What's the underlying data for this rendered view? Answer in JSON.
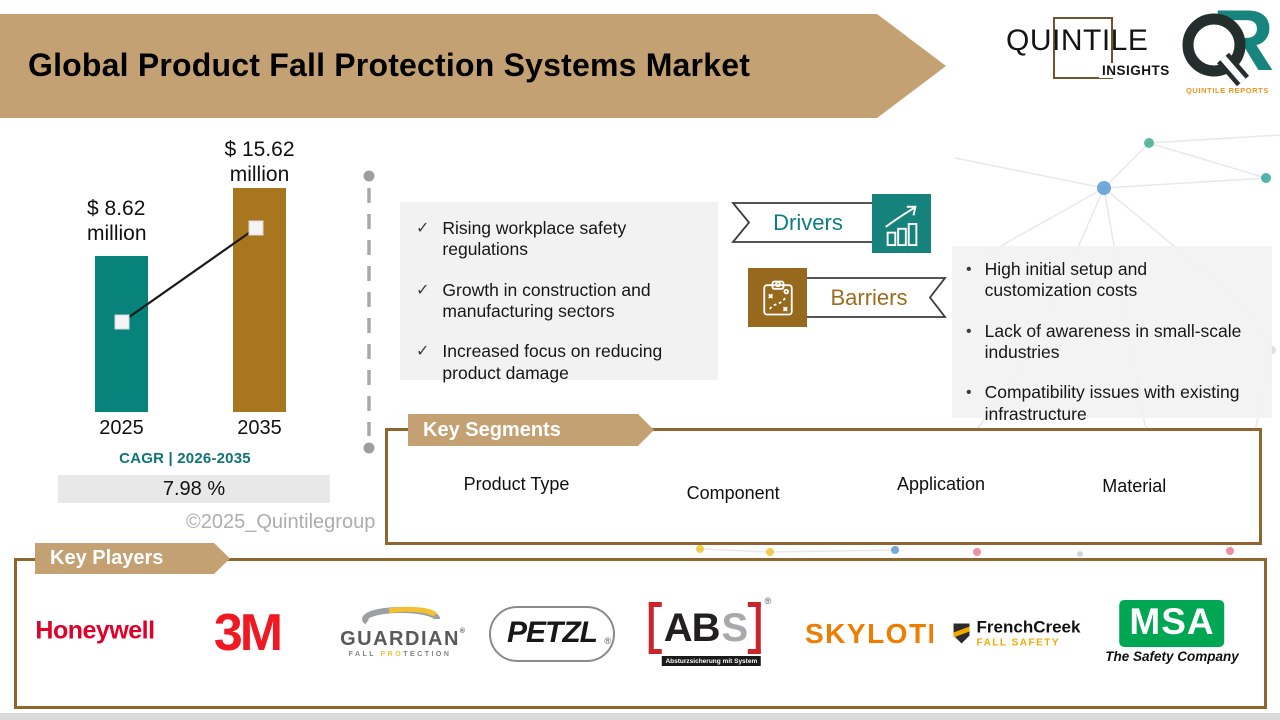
{
  "header": {
    "title": "Global Product Fall Protection Systems Market"
  },
  "branding": {
    "quintile_insights": {
      "part1": "QU",
      "boxed": "INT",
      "part2": "ILE",
      "sub": "INSIGHTS"
    },
    "qr": {
      "r": "R",
      "label": "QUINTILE REPORTS"
    }
  },
  "chart": {
    "bars": [
      {
        "year": "2025",
        "amount": "$ 8.62",
        "unit": "million"
      },
      {
        "year": "2035",
        "amount": "$ 15.62",
        "unit": "million"
      }
    ],
    "cagr_label": "CAGR | 2026-2035",
    "cagr_value": "7.98 %"
  },
  "chart_data": {
    "type": "bar",
    "categories": [
      "2025",
      "2035"
    ],
    "values": [
      8.62,
      15.62
    ],
    "value_labels": [
      "$ 8.62 million",
      "$ 15.62 million"
    ],
    "unit": "USD million",
    "bar_colors": [
      "#08837C",
      "#A8761F"
    ],
    "trend_line": true,
    "title": "Global Product Fall Protection Systems Market size",
    "xlabel": "",
    "ylabel": "",
    "cagr": {
      "label": "CAGR | 2026-2035",
      "value_pct": 7.98
    }
  },
  "drivers": {
    "label": "Drivers",
    "check_glyph": "✓",
    "items": [
      "Rising workplace safety regulations",
      "Growth in construction and manufacturing sectors",
      "Increased focus on reducing product damage"
    ]
  },
  "barriers": {
    "label": "Barriers",
    "bullet_glyph": "•",
    "items": [
      "High initial setup and customization costs",
      "Lack of awareness in small-scale industries",
      "Compatibility issues with existing infrastructure"
    ]
  },
  "segments": {
    "title": "Key Segments",
    "items": [
      "Product Type",
      "Component",
      "Application",
      "Material"
    ]
  },
  "players": {
    "title": "Key Players",
    "logos": {
      "honeywell": "Honeywell",
      "m3": "3M",
      "guardian": "GUARDIAN",
      "guardian_reg": "®",
      "guardian_sub_fall": "FALL",
      "guardian_sub_pro": "PRO",
      "guardian_sub_tection": "TECTION",
      "petzl": "PETZL",
      "petzl_reg": "®",
      "abs_main": "AB",
      "abs_s": "S",
      "abs_reg": "®",
      "abs_sub": "Absturzsicherung mit System",
      "skylotec": "SKYLOTEC",
      "frenchcreek": "FrenchCreek",
      "frenchcreek_sub": "FALL SAFETY",
      "msa": "MSA",
      "msa_sub": "The Safety Company"
    }
  },
  "footer": {
    "copyright": "©2025_Quintilegroup"
  },
  "colors": {
    "banner_tan": "#C3A172",
    "teal": "#08837C",
    "brown": "#A8761F",
    "box_border_brown": "#8F6530",
    "panel_gray": "#F2F2F2",
    "cagr_teal": "#0E7478",
    "drivers_text": "#0A7E84",
    "barriers_text": "#9C6D1E"
  }
}
